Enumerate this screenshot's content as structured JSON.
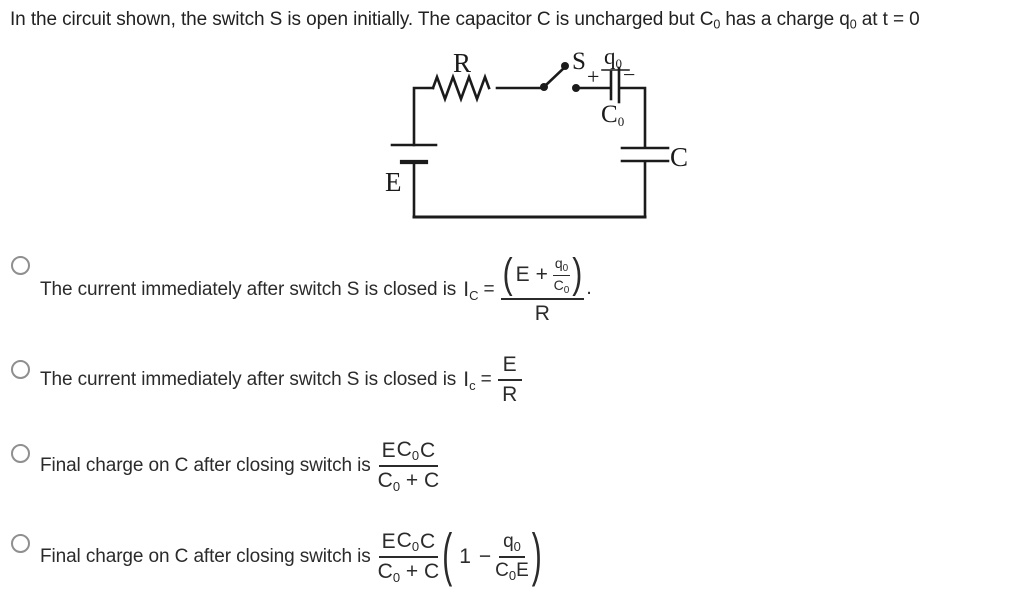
{
  "title": {
    "part1": "In the circuit shown, the switch S is open initially. The capacitor C is uncharged but C",
    "sub1": "0",
    "part2": " has a charge q",
    "sub2": "0",
    "part3": " at t = 0"
  },
  "circuit": {
    "resistor_label": "R",
    "switch_label": "S",
    "charge_main": "q",
    "charge_sub": "0",
    "plus_sign": "+",
    "minus_sign": "−",
    "cap0_main": "C",
    "cap0_sub": "0",
    "cap_label": "C",
    "emf_label": "E"
  },
  "options": [
    {
      "text": "The current immediately after switch S is closed is",
      "formula": {
        "lhs_main": "I",
        "lhs_sub": "C",
        "equals": "=",
        "open_paren": "(",
        "num_e": "E",
        "num_plus": "+",
        "inner_num_main": "q",
        "inner_num_sub": "0",
        "inner_den_main": "C",
        "inner_den_sub": "0",
        "close_paren": ")",
        "den": "R",
        "period": "."
      }
    },
    {
      "text": "The current immediately after switch S is closed is",
      "formula": {
        "lhs_main": "I",
        "lhs_sub": "c",
        "equals": "=",
        "num": "E",
        "den": "R"
      }
    },
    {
      "text": "Final charge on C after closing switch is",
      "formula": {
        "num_e": "E",
        "num_c0_main": "C",
        "num_c0_sub": "0",
        "num_c": "C",
        "den_c0_main": "C",
        "den_c0_sub": "0",
        "den_plus": "+",
        "den_c": "C"
      }
    },
    {
      "text": "Final charge on C after closing switch is",
      "formula": {
        "num_e": "E",
        "num_c0_main": "C",
        "num_c0_sub": "0",
        "num_c": "C",
        "den_c0_main": "C",
        "den_c0_sub": "0",
        "den_plus": "+",
        "den_c": "C",
        "open_paren": "(",
        "one": "1",
        "minus": "−",
        "inner_num_main": "q",
        "inner_num_sub": "0",
        "inner_den_c0": "C",
        "inner_den_sub": "0",
        "inner_den_e": "E",
        "close_paren": ")"
      }
    }
  ]
}
